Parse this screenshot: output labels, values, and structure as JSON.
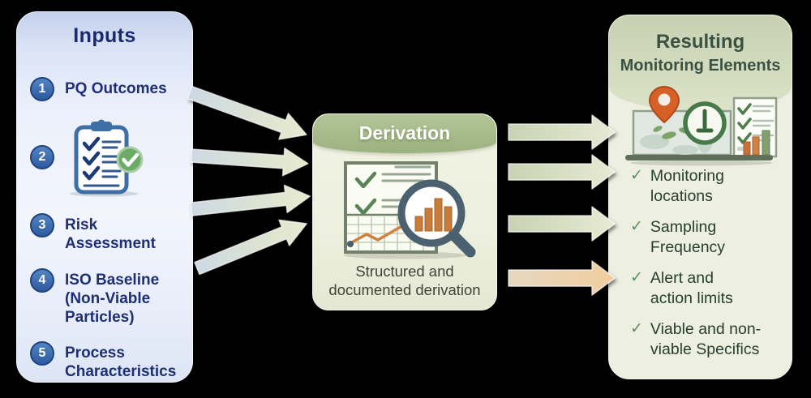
{
  "inputs_panel": {
    "title": "Inputs",
    "items": [
      {
        "number": "1",
        "lines": [
          "PQ Outcomes"
        ]
      },
      {
        "number": "2",
        "icon": "clipboard-checklist-icon",
        "lines": []
      },
      {
        "number": "3",
        "lines": [
          "Risk",
          "Assessment"
        ]
      },
      {
        "number": "4",
        "lines": [
          "ISO Baseline",
          "(Non-Viable",
          "Particles)"
        ]
      },
      {
        "number": "5",
        "lines": [
          "Process",
          "Characteristics"
        ]
      }
    ]
  },
  "derivation_panel": {
    "title": "Derivation",
    "icon": "document-chart-magnifier-icon",
    "caption_lines": [
      "Structured and",
      "documented derivation"
    ]
  },
  "results_panel": {
    "title_lines": [
      "Resulting",
      "Monitoring Elements"
    ],
    "icon": "map-pin-clock-checklist-chart-icon",
    "check_glyph": "✓",
    "items": [
      {
        "lines": [
          "Monitoring",
          "locations"
        ]
      },
      {
        "lines": [
          "Sampling",
          "Frequency"
        ]
      },
      {
        "lines": [
          "Alert and",
          "action limits"
        ]
      },
      {
        "lines": [
          "Viable and non-",
          "viable Specifics"
        ]
      }
    ]
  },
  "colors": {
    "inputs_panel_bg": "#ecf0fa",
    "inputs_header_blue": "#c6d3ee",
    "inputs_text_navy": "#1e2f73",
    "number_badge_blue": "#3a6cb0",
    "derivation_header_green": "#a3b786",
    "derivation_body": "#eef0e0",
    "derivation_caption_text": "#3e4435",
    "results_body": "#edefe0",
    "results_header_green": "#c7d1b2",
    "results_text_green": "#273f30",
    "check_green": "#5d8f62",
    "arrow_blue_gray": "#cdd9e4",
    "arrow_pale_green": "#d9e2c4",
    "arrow_peach": "#f1cd9e",
    "pin_orange": "#d75f28",
    "chart_bar_orange": "#c87c3c",
    "magnifier_slate": "#4c6170",
    "badge_green": "#6cab67"
  }
}
